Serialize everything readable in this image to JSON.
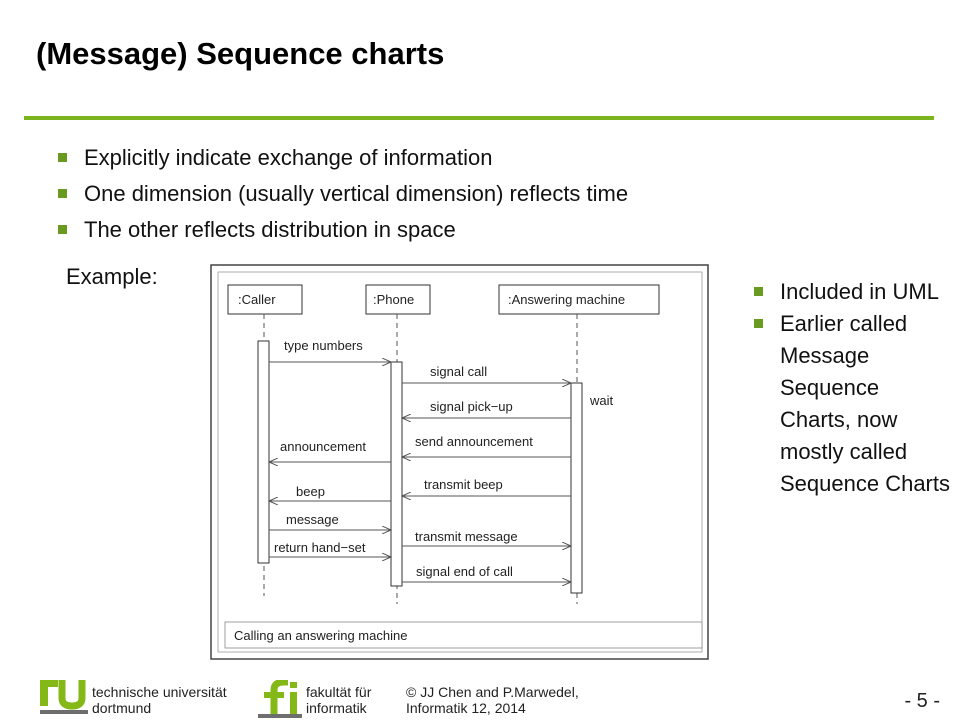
{
  "slide": {
    "title": "(Message) Sequence charts",
    "bullets": [
      "Explicitly indicate exchange of information",
      "One dimension (usually vertical dimension) reflects time",
      "The other reflects distribution in space"
    ],
    "example_label": "Example:",
    "side_bullets": [
      "Included in UML",
      "Earlier called Message Sequence Charts, now mostly called Sequence Charts"
    ]
  },
  "diagram": {
    "caption": "Calling an answering machine",
    "lifelines": [
      ":Caller",
      ":Phone",
      ":Answering machine"
    ],
    "messages": [
      "type numbers",
      "signal call",
      "signal pick−up",
      "send announcement",
      "announcement",
      "transmit beep",
      "beep",
      "message",
      "transmit message",
      "return hand−set",
      "signal end of call"
    ],
    "note": "wait"
  },
  "footer": {
    "uni_line1": "technische universität",
    "uni_line2": "dortmund",
    "fac_line1": "fakultät für",
    "fac_line2": "informatik",
    "copyright_line1": "© JJ Chen and  P.Marwedel,",
    "copyright_line2": "Informatik 12,  2014",
    "page": "- 5 -"
  },
  "colors": {
    "accent_green": "#7ab51d",
    "logo_green": "#84b817",
    "logo_gray": "#6e6e6e"
  }
}
